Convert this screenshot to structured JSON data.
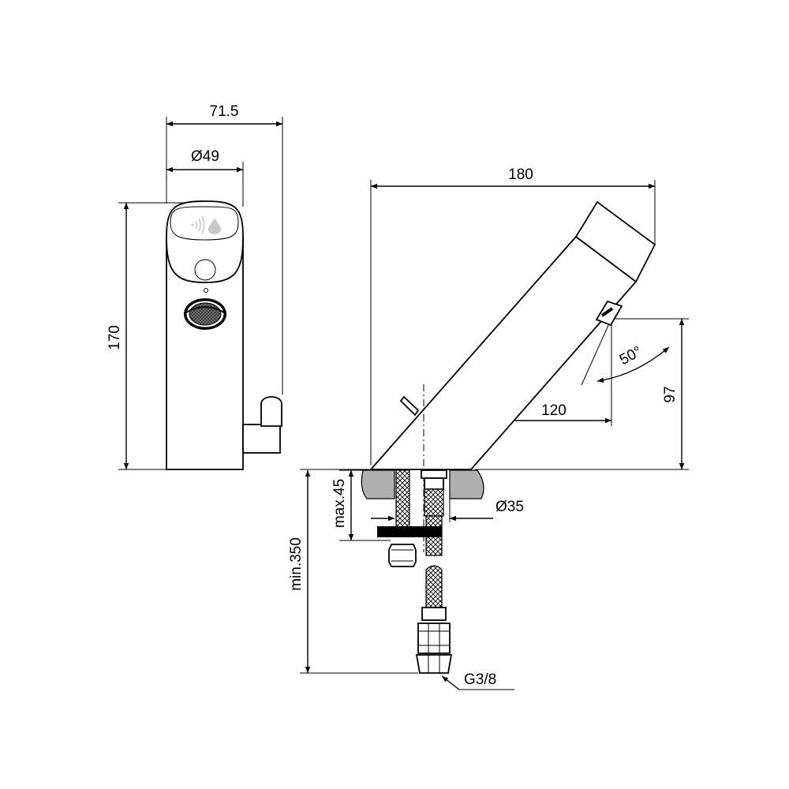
{
  "dimensions": {
    "width_overall": "71.5",
    "body_diameter": "Ø49",
    "height": "170",
    "depth": "180",
    "spout_reach": "120",
    "spout_angle": "50°",
    "outlet_height": "97",
    "hole_diameter": "Ø35",
    "max_deck_thickness": "max.45",
    "min_hose_length": "min.350",
    "connection_thread": "G3/8"
  },
  "colors": {
    "line": "#000000",
    "deck_fill": "#b0b0b0",
    "sensor_icon": "#c9c9c9",
    "background": "#ffffff"
  },
  "icons": [
    "sensor-waves-icon",
    "water-drop-icon"
  ]
}
